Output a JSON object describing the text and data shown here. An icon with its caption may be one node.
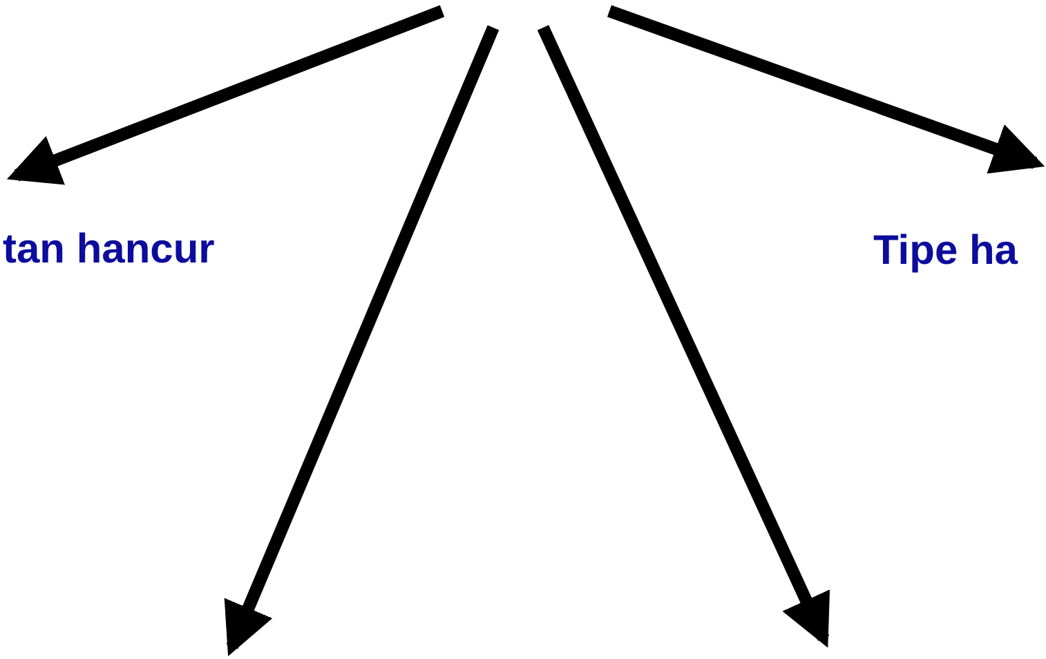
{
  "diagram": {
    "nodes": [
      {
        "text": [
          "tan hancur"
        ]
      },
      {
        "text": [
          "Tipe ha"
        ]
      }
    ],
    "edges": [
      {
        "from": null,
        "to": 0,
        "arrow": "to"
      },
      {
        "from": null,
        "to": 1,
        "arrow": "to"
      }
    ]
  }
}
